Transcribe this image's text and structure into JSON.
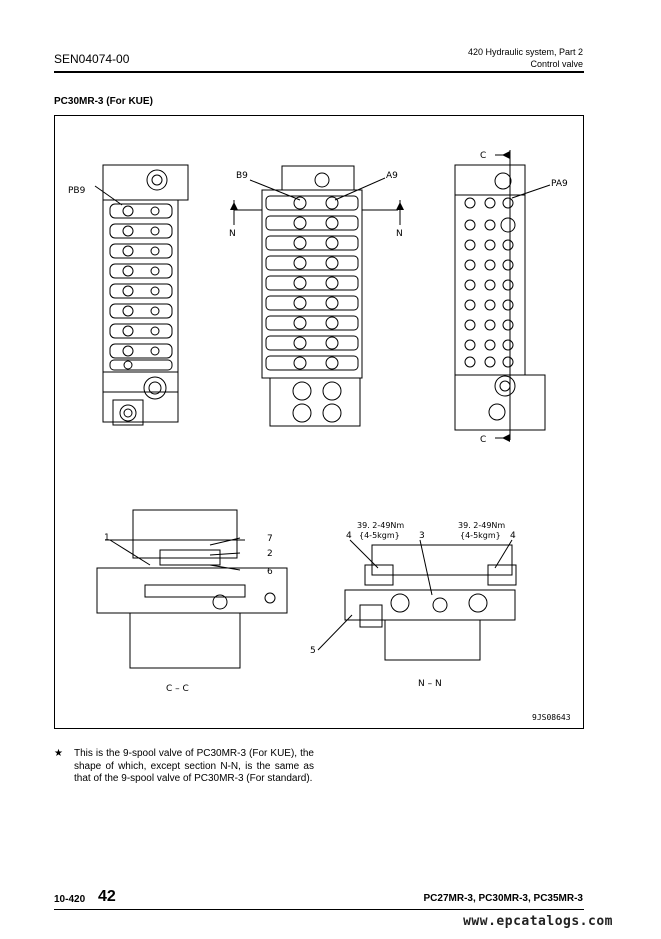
{
  "header": {
    "doc_number": "SEN04074-00",
    "section_line1": "420 Hydraulic system, Part 2",
    "section_line2": "Control valve"
  },
  "section_title": "PC30MR-3 (For KUE)",
  "figure": {
    "labels": {
      "pb9": "PB9",
      "b9": "B9",
      "a9": "A9",
      "pa9": "PA9",
      "n_left": "N",
      "n_right": "N",
      "c_top": "C",
      "c_bottom": "C",
      "callout_1": "1",
      "callout_2": "2",
      "callout_3": "3",
      "callout_4a": "4",
      "callout_4b": "4",
      "callout_5": "5",
      "callout_6": "6",
      "callout_7": "7",
      "torque_left_1": "39. 2-49Nm",
      "torque_left_2": "{4-5kgm}",
      "torque_right_1": "39. 2-49Nm",
      "torque_right_2": "{4-5kgm}",
      "section_cc": "C – C",
      "section_nn": "N – N"
    },
    "code": "9JS08643"
  },
  "note": {
    "star": "★",
    "text": "This is the 9-spool valve of PC30MR-3 (For KUE), the shape of which, except section N-N, is the same as that of the 9-spool valve of PC30MR-3 (For standard)."
  },
  "footer": {
    "code": "10-420",
    "page": "42",
    "models": "PC27MR-3, PC30MR-3, PC35MR-3"
  },
  "watermark": "www.epcatalogs.com"
}
